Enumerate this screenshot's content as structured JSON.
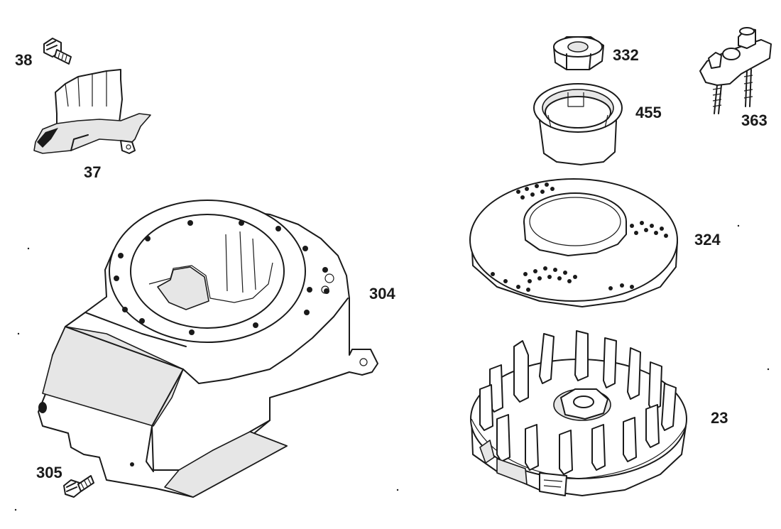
{
  "diagram": {
    "parts": [
      {
        "id": "part-38",
        "label": "38",
        "name": "screw"
      },
      {
        "id": "part-37",
        "label": "37",
        "name": "air guide"
      },
      {
        "id": "part-304",
        "label": "304",
        "name": "blower housing"
      },
      {
        "id": "part-305",
        "label": "305",
        "name": "screw"
      },
      {
        "id": "part-332",
        "label": "332",
        "name": "nut"
      },
      {
        "id": "part-455",
        "label": "455",
        "name": "cup"
      },
      {
        "id": "part-363",
        "label": "363",
        "name": "ignition assembly"
      },
      {
        "id": "part-324",
        "label": "324",
        "name": "screen"
      },
      {
        "id": "part-23",
        "label": "23",
        "name": "flywheel"
      }
    ]
  }
}
